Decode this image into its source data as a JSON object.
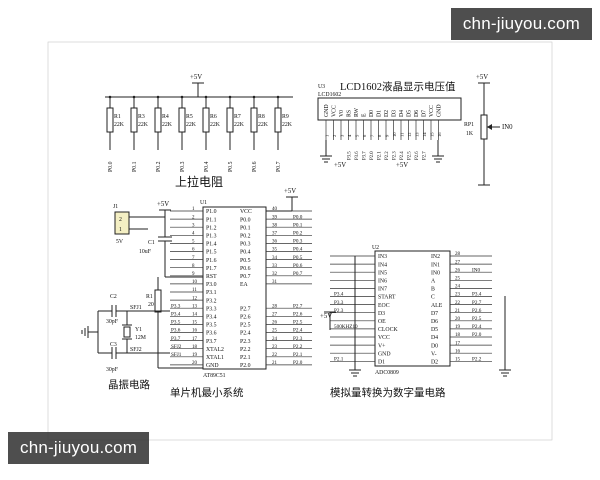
{
  "watermark": "chn-jiuyou.com",
  "titles": {
    "lcd": "LCD1602液晶显示电压值",
    "pullup": "上拉电阻",
    "mcu": "单片机最小系统",
    "crystal": "晶振电路",
    "adc": "模拟量转换为数字量电路"
  },
  "power": "+5V",
  "resistors": [
    {
      "ref": "R1",
      "val": "22K",
      "net": "P0.0"
    },
    {
      "ref": "R3",
      "val": "22K",
      "net": "P0.1"
    },
    {
      "ref": "R4",
      "val": "22K",
      "net": "P0.2"
    },
    {
      "ref": "R5",
      "val": "22K",
      "net": "P0.3"
    },
    {
      "ref": "R6",
      "val": "22K",
      "net": "P0.4"
    },
    {
      "ref": "R7",
      "val": "22K",
      "net": "P0.5"
    },
    {
      "ref": "R8",
      "val": "22K",
      "net": "P0.6"
    },
    {
      "ref": "R9",
      "val": "22K",
      "net": "P0.7"
    }
  ],
  "lcd": {
    "ref": "U3",
    "name": "LCD1602",
    "pins": [
      "GND",
      "VCC",
      "V0",
      "RS",
      "RW",
      "E",
      "D0",
      "D1",
      "D2",
      "D3",
      "D4",
      "D5",
      "D6",
      "D7",
      "VCC",
      "GND"
    ],
    "nets": [
      "",
      "",
      "",
      "P3.5",
      "P3.6",
      "P3.7",
      "P2.0",
      "P2.1",
      "P2.2",
      "P2.3",
      "P2.4",
      "P2.5",
      "P2.6",
      "P2.7",
      "",
      ""
    ],
    "numbers": [
      "1",
      "2",
      "3",
      "4",
      "5",
      "6",
      "7",
      "8",
      "9",
      "10",
      "11",
      "12",
      "13",
      "14",
      "15",
      "16"
    ]
  },
  "pot": {
    "ref": "RP1",
    "val": "1K",
    "net": "IN0"
  },
  "jack": {
    "ref": "J1",
    "pins": [
      "2",
      "1"
    ],
    "val": "5V"
  },
  "cap_reset": {
    "ref": "C1",
    "val": "10uF"
  },
  "r_reset": {
    "ref": "R1",
    "val": "20"
  },
  "crystal": {
    "c2": "C2",
    "c2v": "30pF",
    "c3": "C3",
    "c3v": "30pF",
    "y": "Y1",
    "yv": "12M",
    "net1": "SFJ1",
    "net2": "SFJ2"
  },
  "mcu": {
    "ref": "U1",
    "part": "AT89C51",
    "left": [
      {
        "n": "1",
        "p": "P1.0",
        "net": ""
      },
      {
        "n": "2",
        "p": "P1.1",
        "net": ""
      },
      {
        "n": "3",
        "p": "P1.2",
        "net": ""
      },
      {
        "n": "4",
        "p": "P1.3",
        "net": ""
      },
      {
        "n": "5",
        "p": "P1.4",
        "net": ""
      },
      {
        "n": "6",
        "p": "P1.5",
        "net": ""
      },
      {
        "n": "7",
        "p": "P1.6",
        "net": ""
      },
      {
        "n": "8",
        "p": "P1.7",
        "net": ""
      },
      {
        "n": "9",
        "p": "RST",
        "net": ""
      },
      {
        "n": "10",
        "p": "P3.0",
        "net": ""
      },
      {
        "n": "11",
        "p": "P3.1",
        "net": ""
      },
      {
        "n": "12",
        "p": "P3.2",
        "net": ""
      },
      {
        "n": "13",
        "p": "P3.3",
        "net": "P3.3"
      },
      {
        "n": "14",
        "p": "P3.4",
        "net": "P3.4"
      },
      {
        "n": "15",
        "p": "P3.5",
        "net": "P3.5"
      },
      {
        "n": "16",
        "p": "P3.6",
        "net": "P3.6"
      },
      {
        "n": "17",
        "p": "P3.7",
        "net": "P3.7"
      },
      {
        "n": "18",
        "p": "XTAL2",
        "net": "SFJ2"
      },
      {
        "n": "19",
        "p": "XTAL1",
        "net": "SFJ1"
      },
      {
        "n": "20",
        "p": "GND",
        "net": ""
      }
    ],
    "right": [
      {
        "n": "40",
        "p": "VCC",
        "net": ""
      },
      {
        "n": "39",
        "p": "P0.0",
        "net": "P0.0"
      },
      {
        "n": "38",
        "p": "P0.1",
        "net": "P0.1"
      },
      {
        "n": "37",
        "p": "P0.2",
        "net": "P0.2"
      },
      {
        "n": "36",
        "p": "P0.3",
        "net": "P0.3"
      },
      {
        "n": "35",
        "p": "P0.4",
        "net": "P0.4"
      },
      {
        "n": "34",
        "p": "P0.5",
        "net": "P0.5"
      },
      {
        "n": "33",
        "p": "P0.6",
        "net": "P0.6"
      },
      {
        "n": "32",
        "p": "P0.7",
        "net": "P0.7"
      },
      {
        "n": "31",
        "p": "EA",
        "net": ""
      },
      {
        "n": "",
        "p": "",
        "net": ""
      },
      {
        "n": "",
        "p": "",
        "net": ""
      },
      {
        "n": "28",
        "p": "P2.7",
        "net": "P2.7"
      },
      {
        "n": "27",
        "p": "P2.6",
        "net": "P2.6"
      },
      {
        "n": "26",
        "p": "P2.5",
        "net": "P2.5"
      },
      {
        "n": "25",
        "p": "P2.4",
        "net": "P2.4"
      },
      {
        "n": "24",
        "p": "P2.3",
        "net": "P2.3"
      },
      {
        "n": "23",
        "p": "P2.2",
        "net": "P2.2"
      },
      {
        "n": "22",
        "p": "P2.1",
        "net": "P2.1"
      },
      {
        "n": "21",
        "p": "P2.0",
        "net": "P2.0"
      }
    ]
  },
  "adc": {
    "ref": "U2",
    "part": "ADC0809",
    "left": [
      {
        "n": "",
        "p": "IN3",
        "net": ""
      },
      {
        "n": "",
        "p": "IN4",
        "net": ""
      },
      {
        "n": "",
        "p": "IN5",
        "net": ""
      },
      {
        "n": "",
        "p": "IN6",
        "net": ""
      },
      {
        "n": "",
        "p": "IN7",
        "net": ""
      },
      {
        "n": "",
        "p": "START",
        "net": "P3.4"
      },
      {
        "n": "",
        "p": "EOC",
        "net": "P3.3"
      },
      {
        "n": "",
        "p": "D3",
        "net": "P2.3"
      },
      {
        "n": "",
        "p": "OE",
        "net": ""
      },
      {
        "n": "",
        "p": "CLOCK",
        "net": "500KHZ10"
      },
      {
        "n": "",
        "p": "VCC",
        "net": ""
      },
      {
        "n": "",
        "p": "V+",
        "net": ""
      },
      {
        "n": "",
        "p": "GND",
        "net": ""
      },
      {
        "n": "",
        "p": "D1",
        "net": "P2.1"
      }
    ],
    "right": [
      {
        "n": "28",
        "p": "IN2",
        "net": ""
      },
      {
        "n": "27",
        "p": "IN1",
        "net": ""
      },
      {
        "n": "26",
        "p": "IN0",
        "net": "IN0"
      },
      {
        "n": "25",
        "p": "A",
        "net": ""
      },
      {
        "n": "24",
        "p": "B",
        "net": ""
      },
      {
        "n": "23",
        "p": "C",
        "net": "P3.4"
      },
      {
        "n": "22",
        "p": "ALE",
        "net": "P2.7"
      },
      {
        "n": "21",
        "p": "D7",
        "net": "P2.6"
      },
      {
        "n": "20",
        "p": "D6",
        "net": "P2.5"
      },
      {
        "n": "19",
        "p": "D5",
        "net": "P2.4"
      },
      {
        "n": "18",
        "p": "D4",
        "net": "P2.0"
      },
      {
        "n": "17",
        "p": "D0",
        "net": ""
      },
      {
        "n": "16",
        "p": "V-",
        "net": ""
      },
      {
        "n": "15",
        "p": "D2",
        "net": "P2.2"
      }
    ]
  }
}
